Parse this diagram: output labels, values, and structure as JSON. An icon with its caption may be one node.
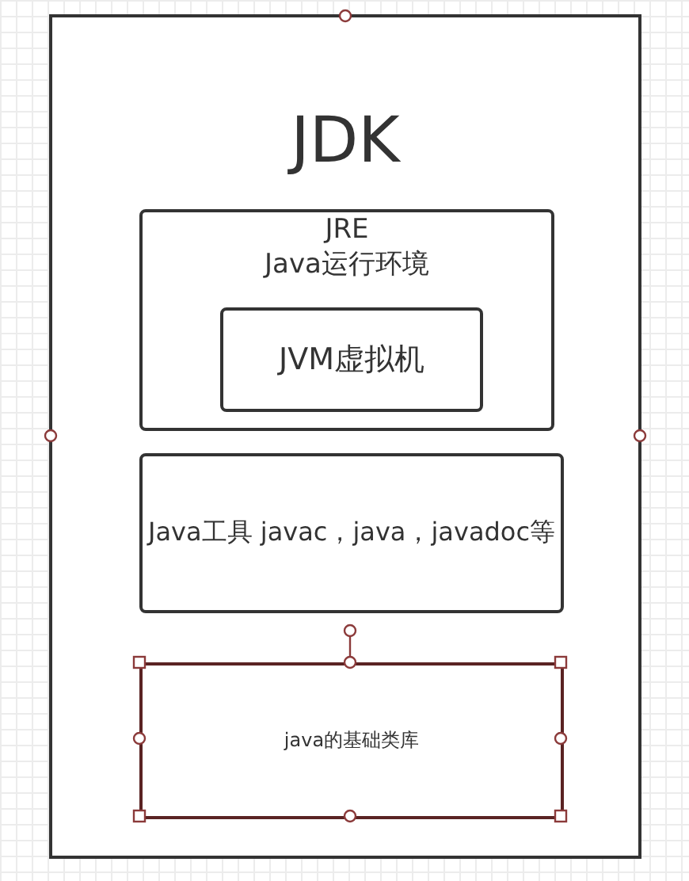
{
  "diagram": {
    "nodes": [
      {
        "text": [
          "JDK"
        ]
      },
      {
        "text": [
          "JRE",
          "Java运行环境"
        ],
        "in": 0
      },
      {
        "text": [
          "JVM虚拟机"
        ],
        "in": 1
      },
      {
        "text": [
          "Java工具 javac，java，javadoc等"
        ],
        "in": 0
      },
      {
        "text": [
          "java的基础类库"
        ],
        "in": 0
      }
    ]
  }
}
